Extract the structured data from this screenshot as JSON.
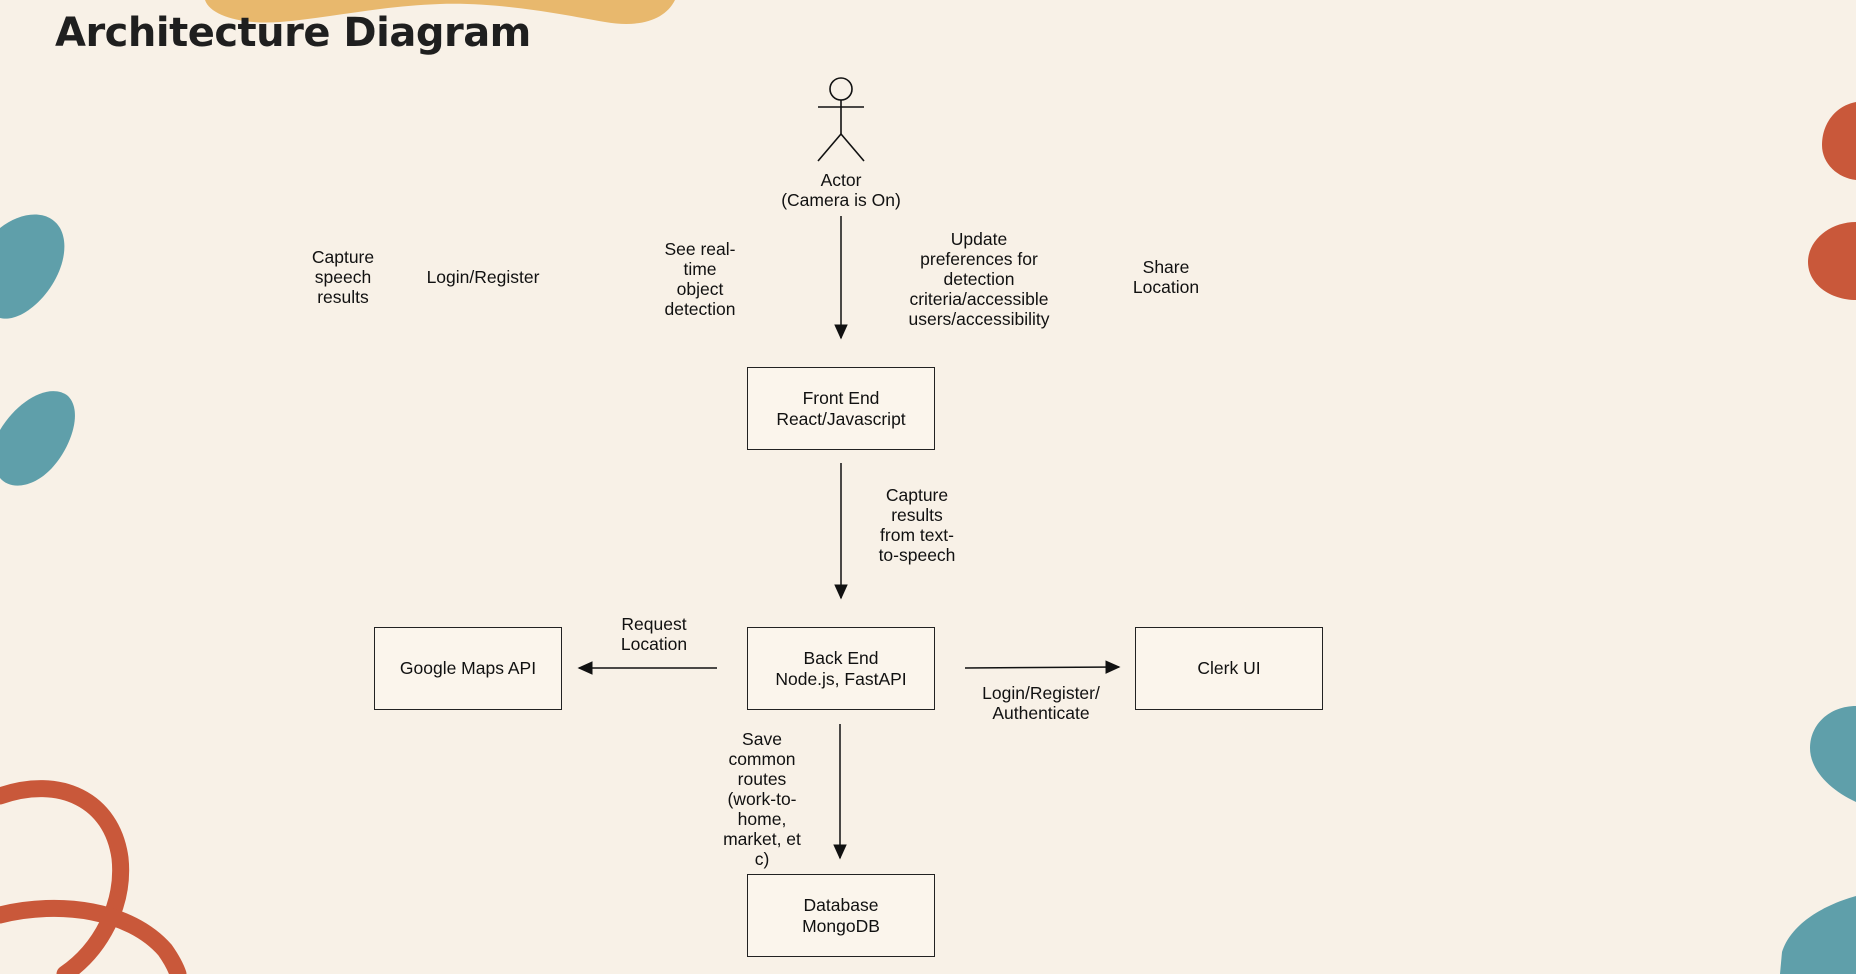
{
  "page": {
    "title": "Architecture Diagram"
  },
  "colors": {
    "background": "#f8f1e7",
    "blob_yellow": "#e8b86d",
    "blob_teal": "#5f9faa",
    "blob_orange": "#c9583a"
  },
  "diagram": {
    "actor": {
      "name": "Actor",
      "note": "(Camera is On)"
    },
    "nodes": {
      "frontend": {
        "line1": "Front End",
        "line2": "React/Javascript"
      },
      "backend": {
        "line1": "Back End",
        "line2": "Node.js, FastAPI"
      },
      "maps": {
        "line1": "Google Maps API"
      },
      "clerk": {
        "line1": "Clerk UI"
      },
      "database": {
        "line1": "Database",
        "line2": "MongoDB"
      }
    },
    "labels": {
      "capture_speech": [
        "Capture",
        "speech",
        "results"
      ],
      "login_register": [
        "Login/Register"
      ],
      "see_realtime": [
        "See real-",
        "time",
        "object",
        "detection"
      ],
      "update_prefs": [
        "Update",
        "preferences for",
        "detection",
        "criteria/accessible",
        "users/accessibility"
      ],
      "share_location": [
        "Share",
        "Location"
      ],
      "capture_tts": [
        "Capture",
        "results",
        "from text-",
        "to-speech"
      ],
      "request_location": [
        "Request",
        "Location"
      ],
      "login_auth": [
        "Login/Register/",
        "Authenticate"
      ],
      "save_routes": [
        "Save",
        "common",
        "routes",
        "(work-to-",
        "home,",
        "market, et",
        "c)"
      ]
    }
  }
}
